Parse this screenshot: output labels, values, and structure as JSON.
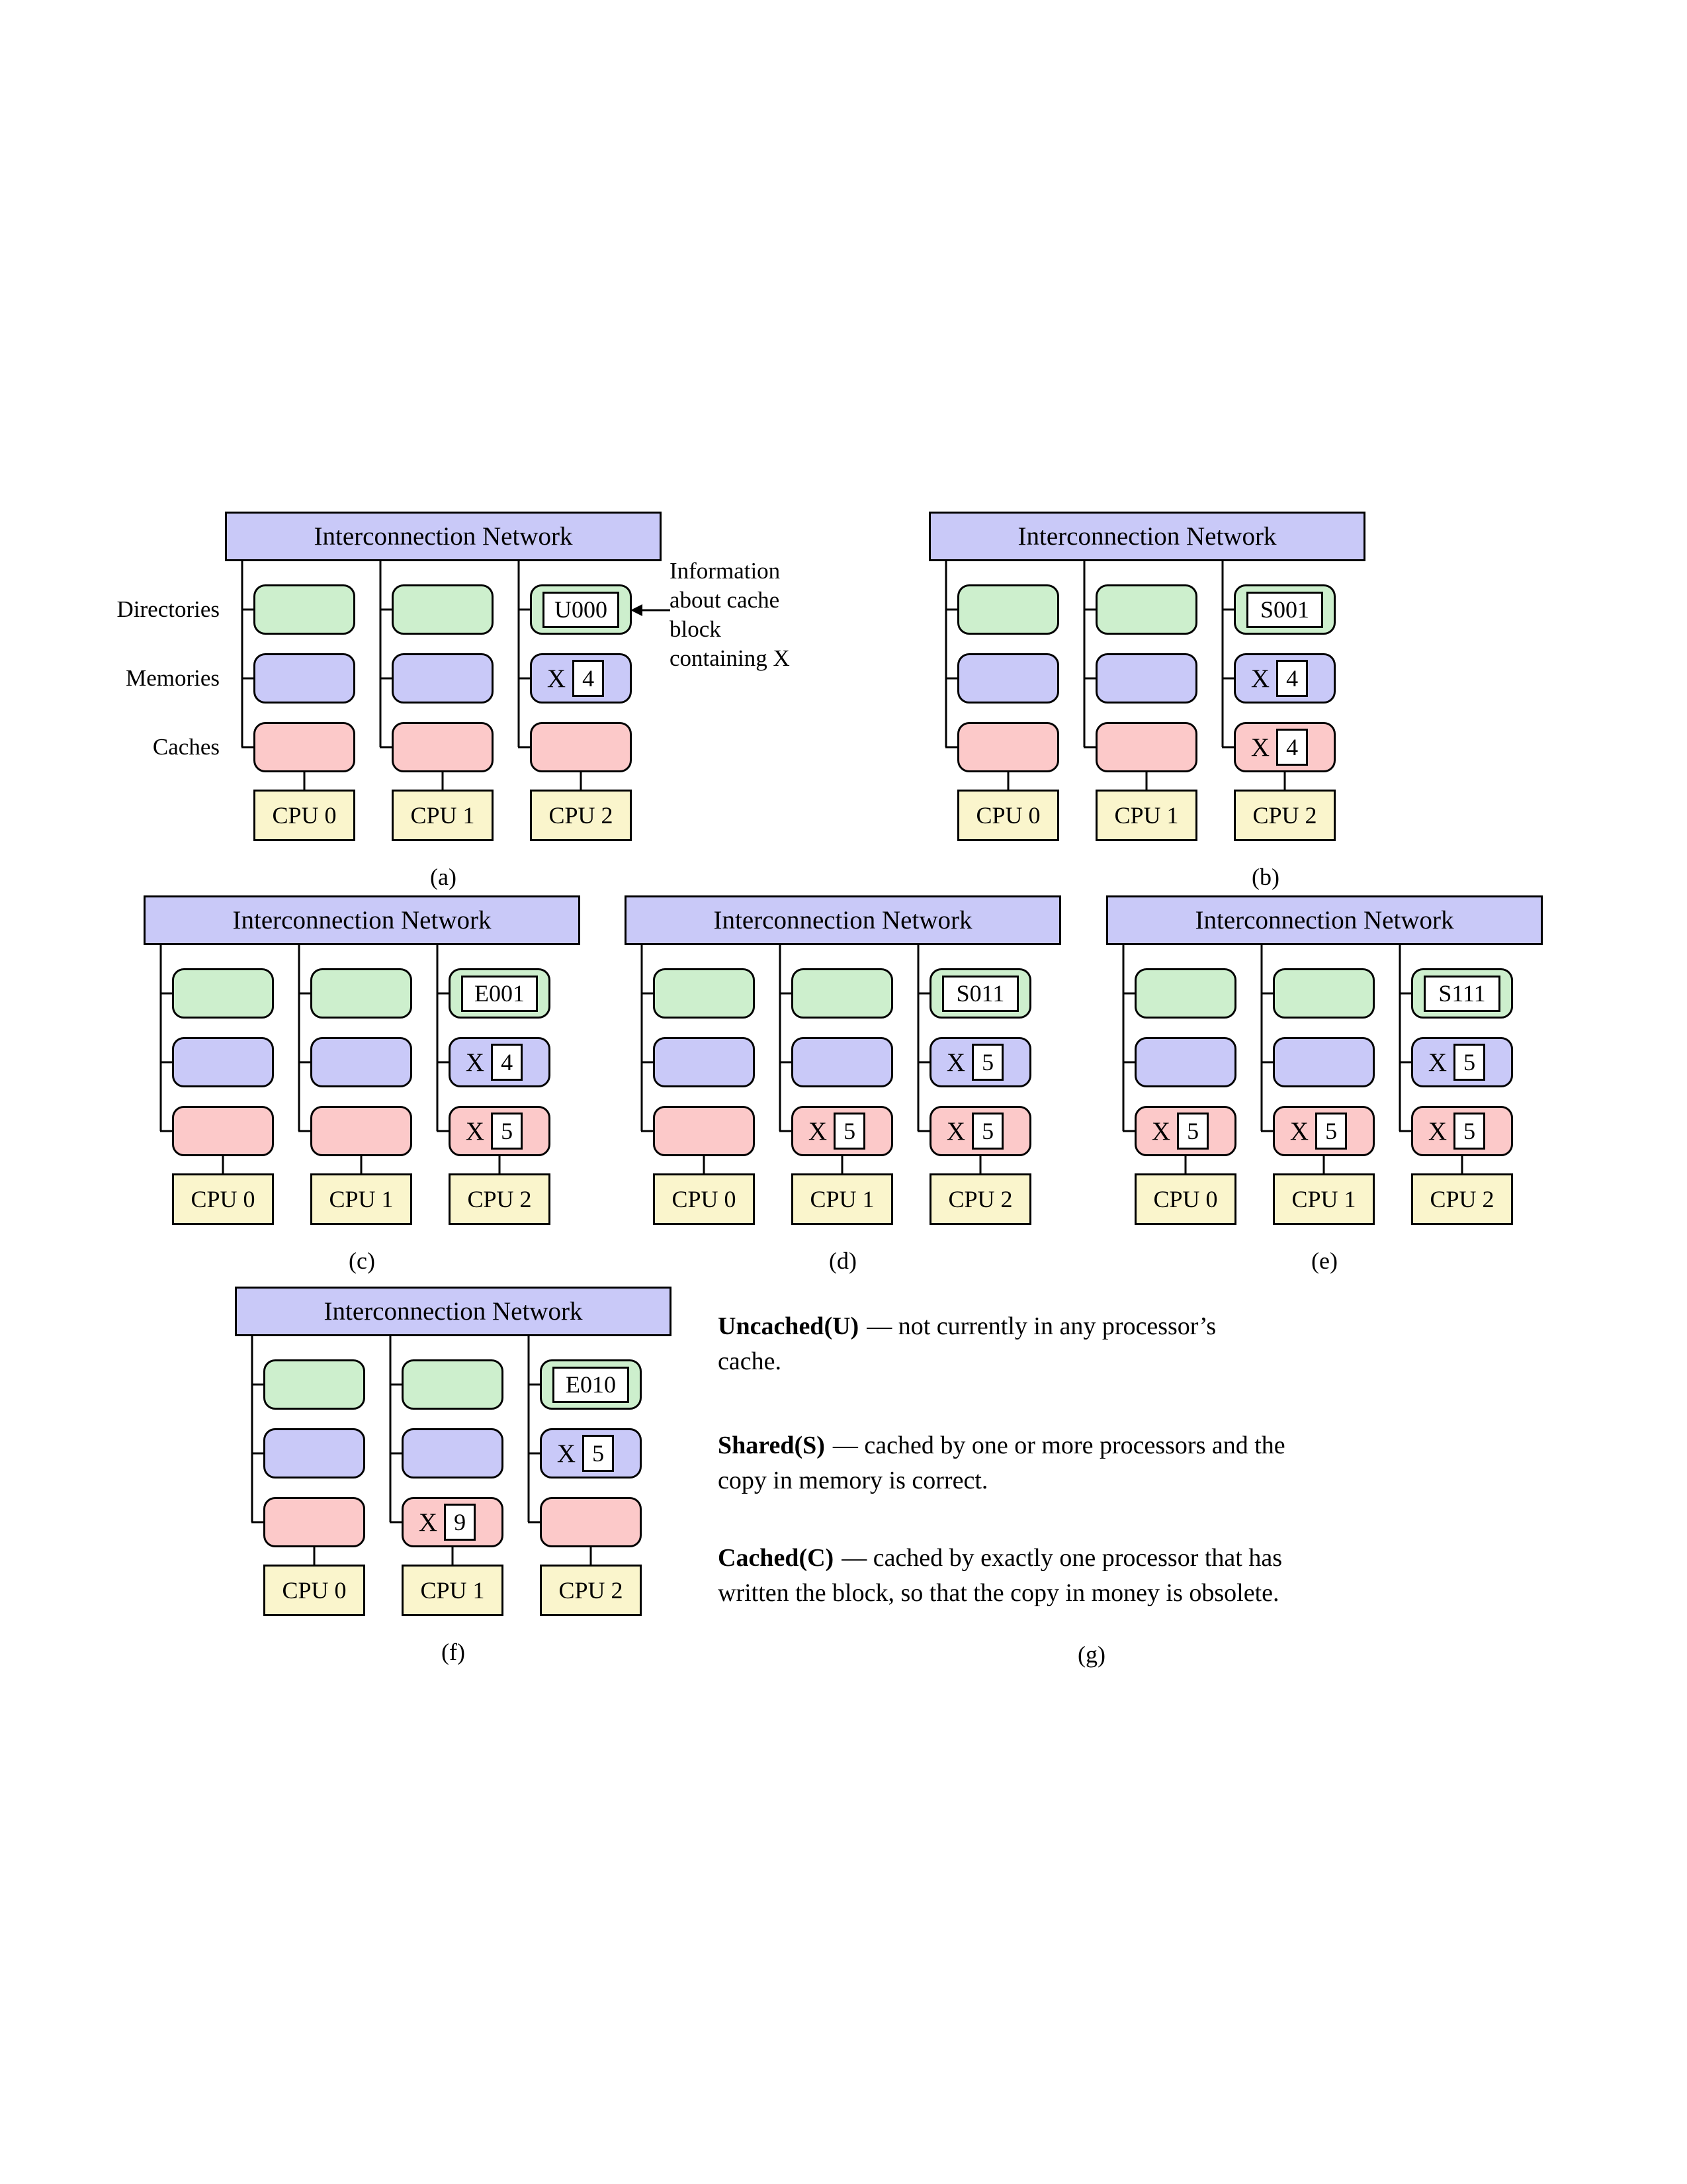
{
  "colors": {
    "network_fill": "#c9c9f8",
    "directory_fill": "#cdefcd",
    "memory_fill": "#c9c9f8",
    "cache_fill": "#fcc9c9",
    "cpu_fill": "#faf5cc",
    "value_box_fill": "#ffffff",
    "line": "#000000"
  },
  "network_label": "Interconnection Network",
  "row_labels": [
    "Directories",
    "Memories",
    "Caches"
  ],
  "annotation": {
    "lines": [
      "Information",
      "about cache",
      "block",
      "containing X"
    ]
  },
  "diagrams": [
    {
      "id": "a",
      "caption": "(a)",
      "cpus": [
        "CPU 0",
        "CPU 1",
        "CPU 2"
      ],
      "columns": [
        {
          "directory": null,
          "memory": null,
          "cache": null
        },
        {
          "directory": null,
          "memory": null,
          "cache": null
        },
        {
          "directory": "U000",
          "memory": {
            "var": "X",
            "val": "4"
          },
          "cache": null
        }
      ]
    },
    {
      "id": "b",
      "caption": "(b)",
      "cpus": [
        "CPU 0",
        "CPU 1",
        "CPU 2"
      ],
      "columns": [
        {
          "directory": null,
          "memory": null,
          "cache": null
        },
        {
          "directory": null,
          "memory": null,
          "cache": null
        },
        {
          "directory": "S001",
          "memory": {
            "var": "X",
            "val": "4"
          },
          "cache": {
            "var": "X",
            "val": "4"
          }
        }
      ]
    },
    {
      "id": "c",
      "caption": "(c)",
      "cpus": [
        "CPU 0",
        "CPU 1",
        "CPU 2"
      ],
      "columns": [
        {
          "directory": null,
          "memory": null,
          "cache": null
        },
        {
          "directory": null,
          "memory": null,
          "cache": null
        },
        {
          "directory": "E001",
          "memory": {
            "var": "X",
            "val": "4"
          },
          "cache": {
            "var": "X",
            "val": "5"
          }
        }
      ]
    },
    {
      "id": "d",
      "caption": "(d)",
      "cpus": [
        "CPU 0",
        "CPU 1",
        "CPU 2"
      ],
      "columns": [
        {
          "directory": null,
          "memory": null,
          "cache": null
        },
        {
          "directory": null,
          "memory": null,
          "cache": {
            "var": "X",
            "val": "5"
          }
        },
        {
          "directory": "S011",
          "memory": {
            "var": "X",
            "val": "5"
          },
          "cache": {
            "var": "X",
            "val": "5"
          }
        }
      ]
    },
    {
      "id": "e",
      "caption": "(e)",
      "cpus": [
        "CPU 0",
        "CPU 1",
        "CPU 2"
      ],
      "columns": [
        {
          "directory": null,
          "memory": null,
          "cache": {
            "var": "X",
            "val": "5"
          }
        },
        {
          "directory": null,
          "memory": null,
          "cache": {
            "var": "X",
            "val": "5"
          }
        },
        {
          "directory": "S111",
          "memory": {
            "var": "X",
            "val": "5"
          },
          "cache": {
            "var": "X",
            "val": "5"
          }
        }
      ]
    },
    {
      "id": "f",
      "caption": "(f)",
      "cpus": [
        "CPU 0",
        "CPU 1",
        "CPU 2"
      ],
      "columns": [
        {
          "directory": null,
          "memory": null,
          "cache": null
        },
        {
          "directory": null,
          "memory": null,
          "cache": {
            "var": "X",
            "val": "9"
          }
        },
        {
          "directory": "E010",
          "memory": {
            "var": "X",
            "val": "5"
          },
          "cache": null
        }
      ]
    }
  ],
  "figure_g": {
    "caption": "(g)",
    "definitions": [
      {
        "term": "Uncached(U)",
        "rest_lines": [
          "— not currently in any processor’s",
          "cache."
        ]
      },
      {
        "term": "Shared(S)",
        "rest_lines": [
          "— cached by one or more processors and the",
          "copy in memory is correct."
        ]
      },
      {
        "term": "Cached(C)",
        "rest_lines": [
          "— cached by exactly one processor that has",
          "written the block, so that the copy in money is obsolete."
        ]
      }
    ]
  }
}
